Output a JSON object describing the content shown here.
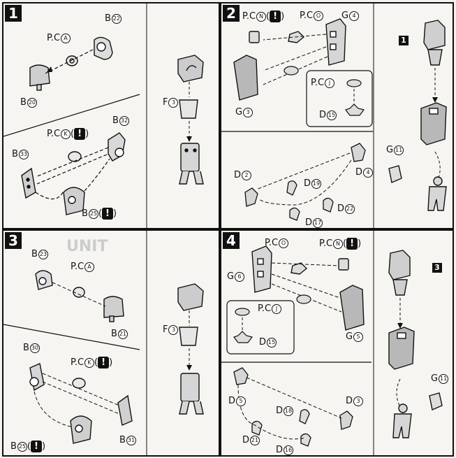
{
  "steps": [
    {
      "number": "1"
    },
    {
      "number": "2"
    },
    {
      "number": "3"
    },
    {
      "number": "4"
    }
  ],
  "warning_glyph": "!",
  "step1": {
    "b22": {
      "letter": "B",
      "num": "22"
    },
    "pca": {
      "letter": "P.C",
      "num": "A"
    },
    "b20": {
      "letter": "B",
      "num": "20"
    },
    "f3": {
      "letter": "F",
      "num": "3"
    },
    "b32": {
      "letter": "B",
      "num": "32"
    },
    "pck": {
      "letter": "P.C",
      "num": "K"
    },
    "b33": {
      "letter": "B",
      "num": "33"
    },
    "b25": {
      "letter": "B",
      "num": "25"
    }
  },
  "step2": {
    "pcn": {
      "letter": "P.C",
      "num": "N"
    },
    "pco": {
      "letter": "P.C",
      "num": "O"
    },
    "g4": {
      "letter": "G",
      "num": "4"
    },
    "g3": {
      "letter": "G",
      "num": "3"
    },
    "pcj": {
      "letter": "P.C",
      "num": "J"
    },
    "d15": {
      "letter": "D",
      "num": "15"
    },
    "ref": "1",
    "g11": {
      "letter": "G",
      "num": "11"
    },
    "d2": {
      "letter": "D",
      "num": "2"
    },
    "d19": {
      "letter": "D",
      "num": "19"
    },
    "d4": {
      "letter": "D",
      "num": "4"
    },
    "d22": {
      "letter": "D",
      "num": "22"
    },
    "d17": {
      "letter": "D",
      "num": "17"
    }
  },
  "step3": {
    "b23": {
      "letter": "B",
      "num": "23"
    },
    "pca": {
      "letter": "P.C",
      "num": "A"
    },
    "b21": {
      "letter": "B",
      "num": "21"
    },
    "f3": {
      "letter": "F",
      "num": "3"
    },
    "b30": {
      "letter": "B",
      "num": "30"
    },
    "pck": {
      "letter": "P.C",
      "num": "K"
    },
    "b31": {
      "letter": "B",
      "num": "31"
    },
    "b25": {
      "letter": "B",
      "num": "25"
    },
    "bg_heading": "UNIT"
  },
  "step4": {
    "pco": {
      "letter": "P.C",
      "num": "O"
    },
    "pcn": {
      "letter": "P.C",
      "num": "N"
    },
    "g6": {
      "letter": "G",
      "num": "6"
    },
    "g5": {
      "letter": "G",
      "num": "5"
    },
    "pcj": {
      "letter": "P.C",
      "num": "J"
    },
    "d15": {
      "letter": "D",
      "num": "15"
    },
    "ref": "3",
    "g11": {
      "letter": "G",
      "num": "11"
    },
    "d5": {
      "letter": "D",
      "num": "5"
    },
    "d3": {
      "letter": "D",
      "num": "3"
    },
    "d18": {
      "letter": "D",
      "num": "18"
    },
    "d21": {
      "letter": "D",
      "num": "21"
    },
    "d16": {
      "letter": "D",
      "num": "16"
    }
  }
}
